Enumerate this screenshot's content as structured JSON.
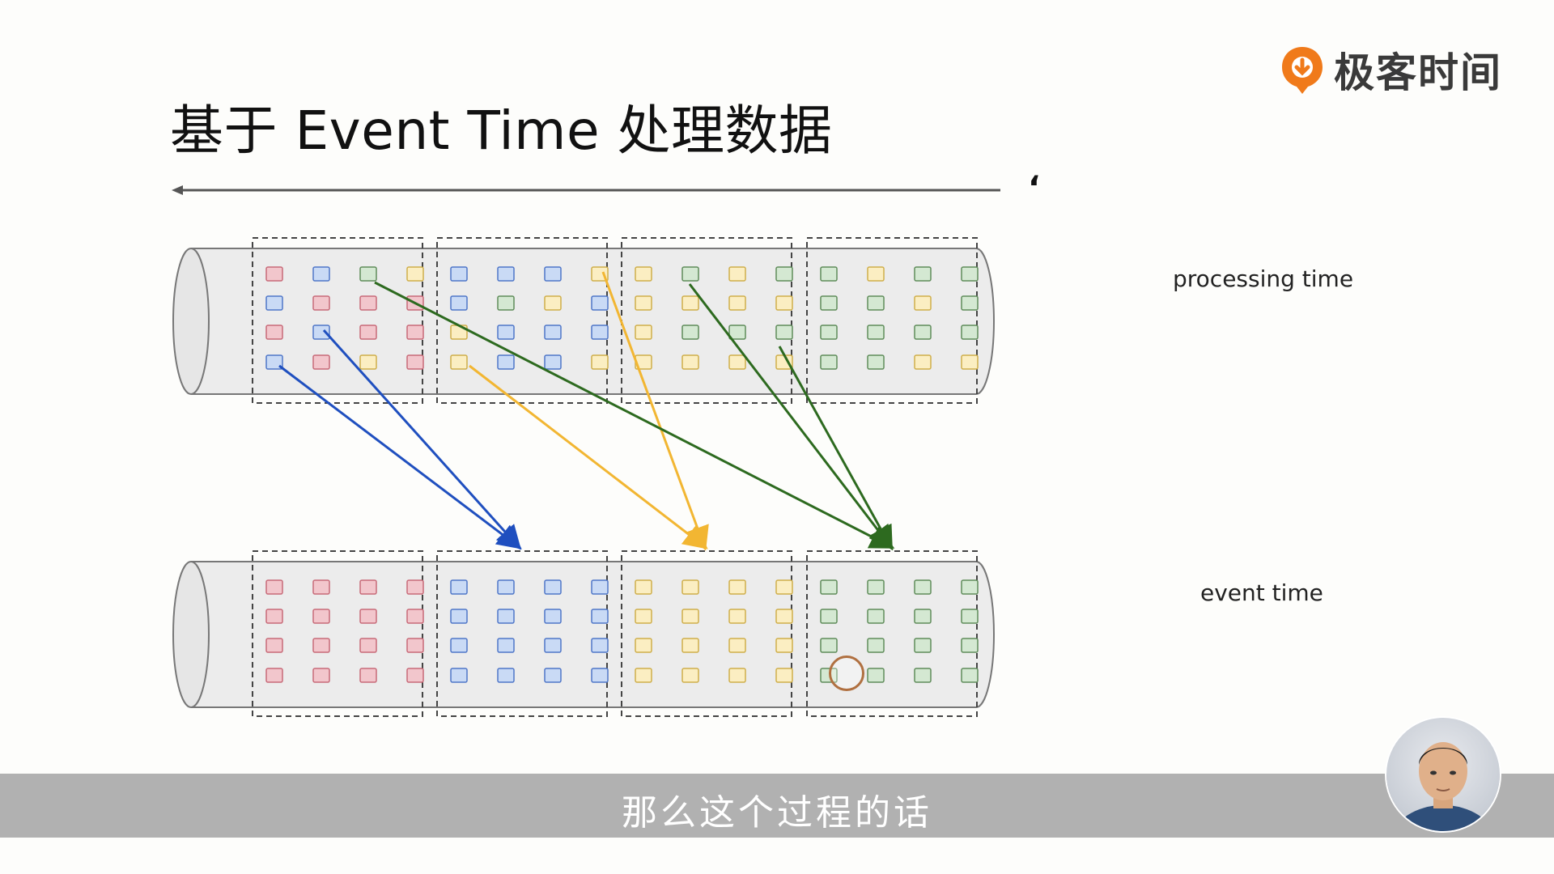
{
  "slide": {
    "title": "基于 Event Time 处理数据",
    "logo_text": "极客时间",
    "logo_icon": "geektime-logo-icon",
    "labels": {
      "processing": "processing time",
      "event": "event time"
    },
    "stray_mark": "‘",
    "subtitle": "那么这个过程的话",
    "colors": {
      "red": "#f2c6cc",
      "red_border": "#c86a78",
      "blue": "#c9daf5",
      "blue_border": "#4f76c8",
      "green": "#d4e8d2",
      "green_border": "#5f8c5a",
      "yellow": "#fbeec2",
      "yellow_border": "#cfae4a",
      "arrow_blue": "#1f4fbf",
      "arrow_yellow": "#f2b632",
      "arrow_green": "#2d6a1f",
      "pipe_fill": "#ececec",
      "pipe_stroke": "#777777"
    },
    "processing_grid": [
      [
        "red",
        "blue",
        "green",
        "yellow",
        "blue",
        "blue",
        "blue",
        "yellow",
        "yellow",
        "green",
        "yellow",
        "green",
        "green",
        "yellow",
        "green",
        "green"
      ],
      [
        "blue",
        "red",
        "red",
        "red",
        "blue",
        "green",
        "yellow",
        "blue",
        "yellow",
        "yellow",
        "yellow",
        "yellow",
        "green",
        "green",
        "yellow",
        "green"
      ],
      [
        "red",
        "blue",
        "red",
        "red",
        "yellow",
        "blue",
        "blue",
        "blue",
        "yellow",
        "green",
        "green",
        "green",
        "green",
        "green",
        "green",
        "green"
      ],
      [
        "blue",
        "red",
        "yellow",
        "red",
        "yellow",
        "blue",
        "blue",
        "yellow",
        "yellow",
        "yellow",
        "yellow",
        "yellow",
        "green",
        "green",
        "yellow",
        "yellow"
      ]
    ],
    "event_grid_colors": [
      "red",
      "blue",
      "yellow",
      "green"
    ]
  }
}
